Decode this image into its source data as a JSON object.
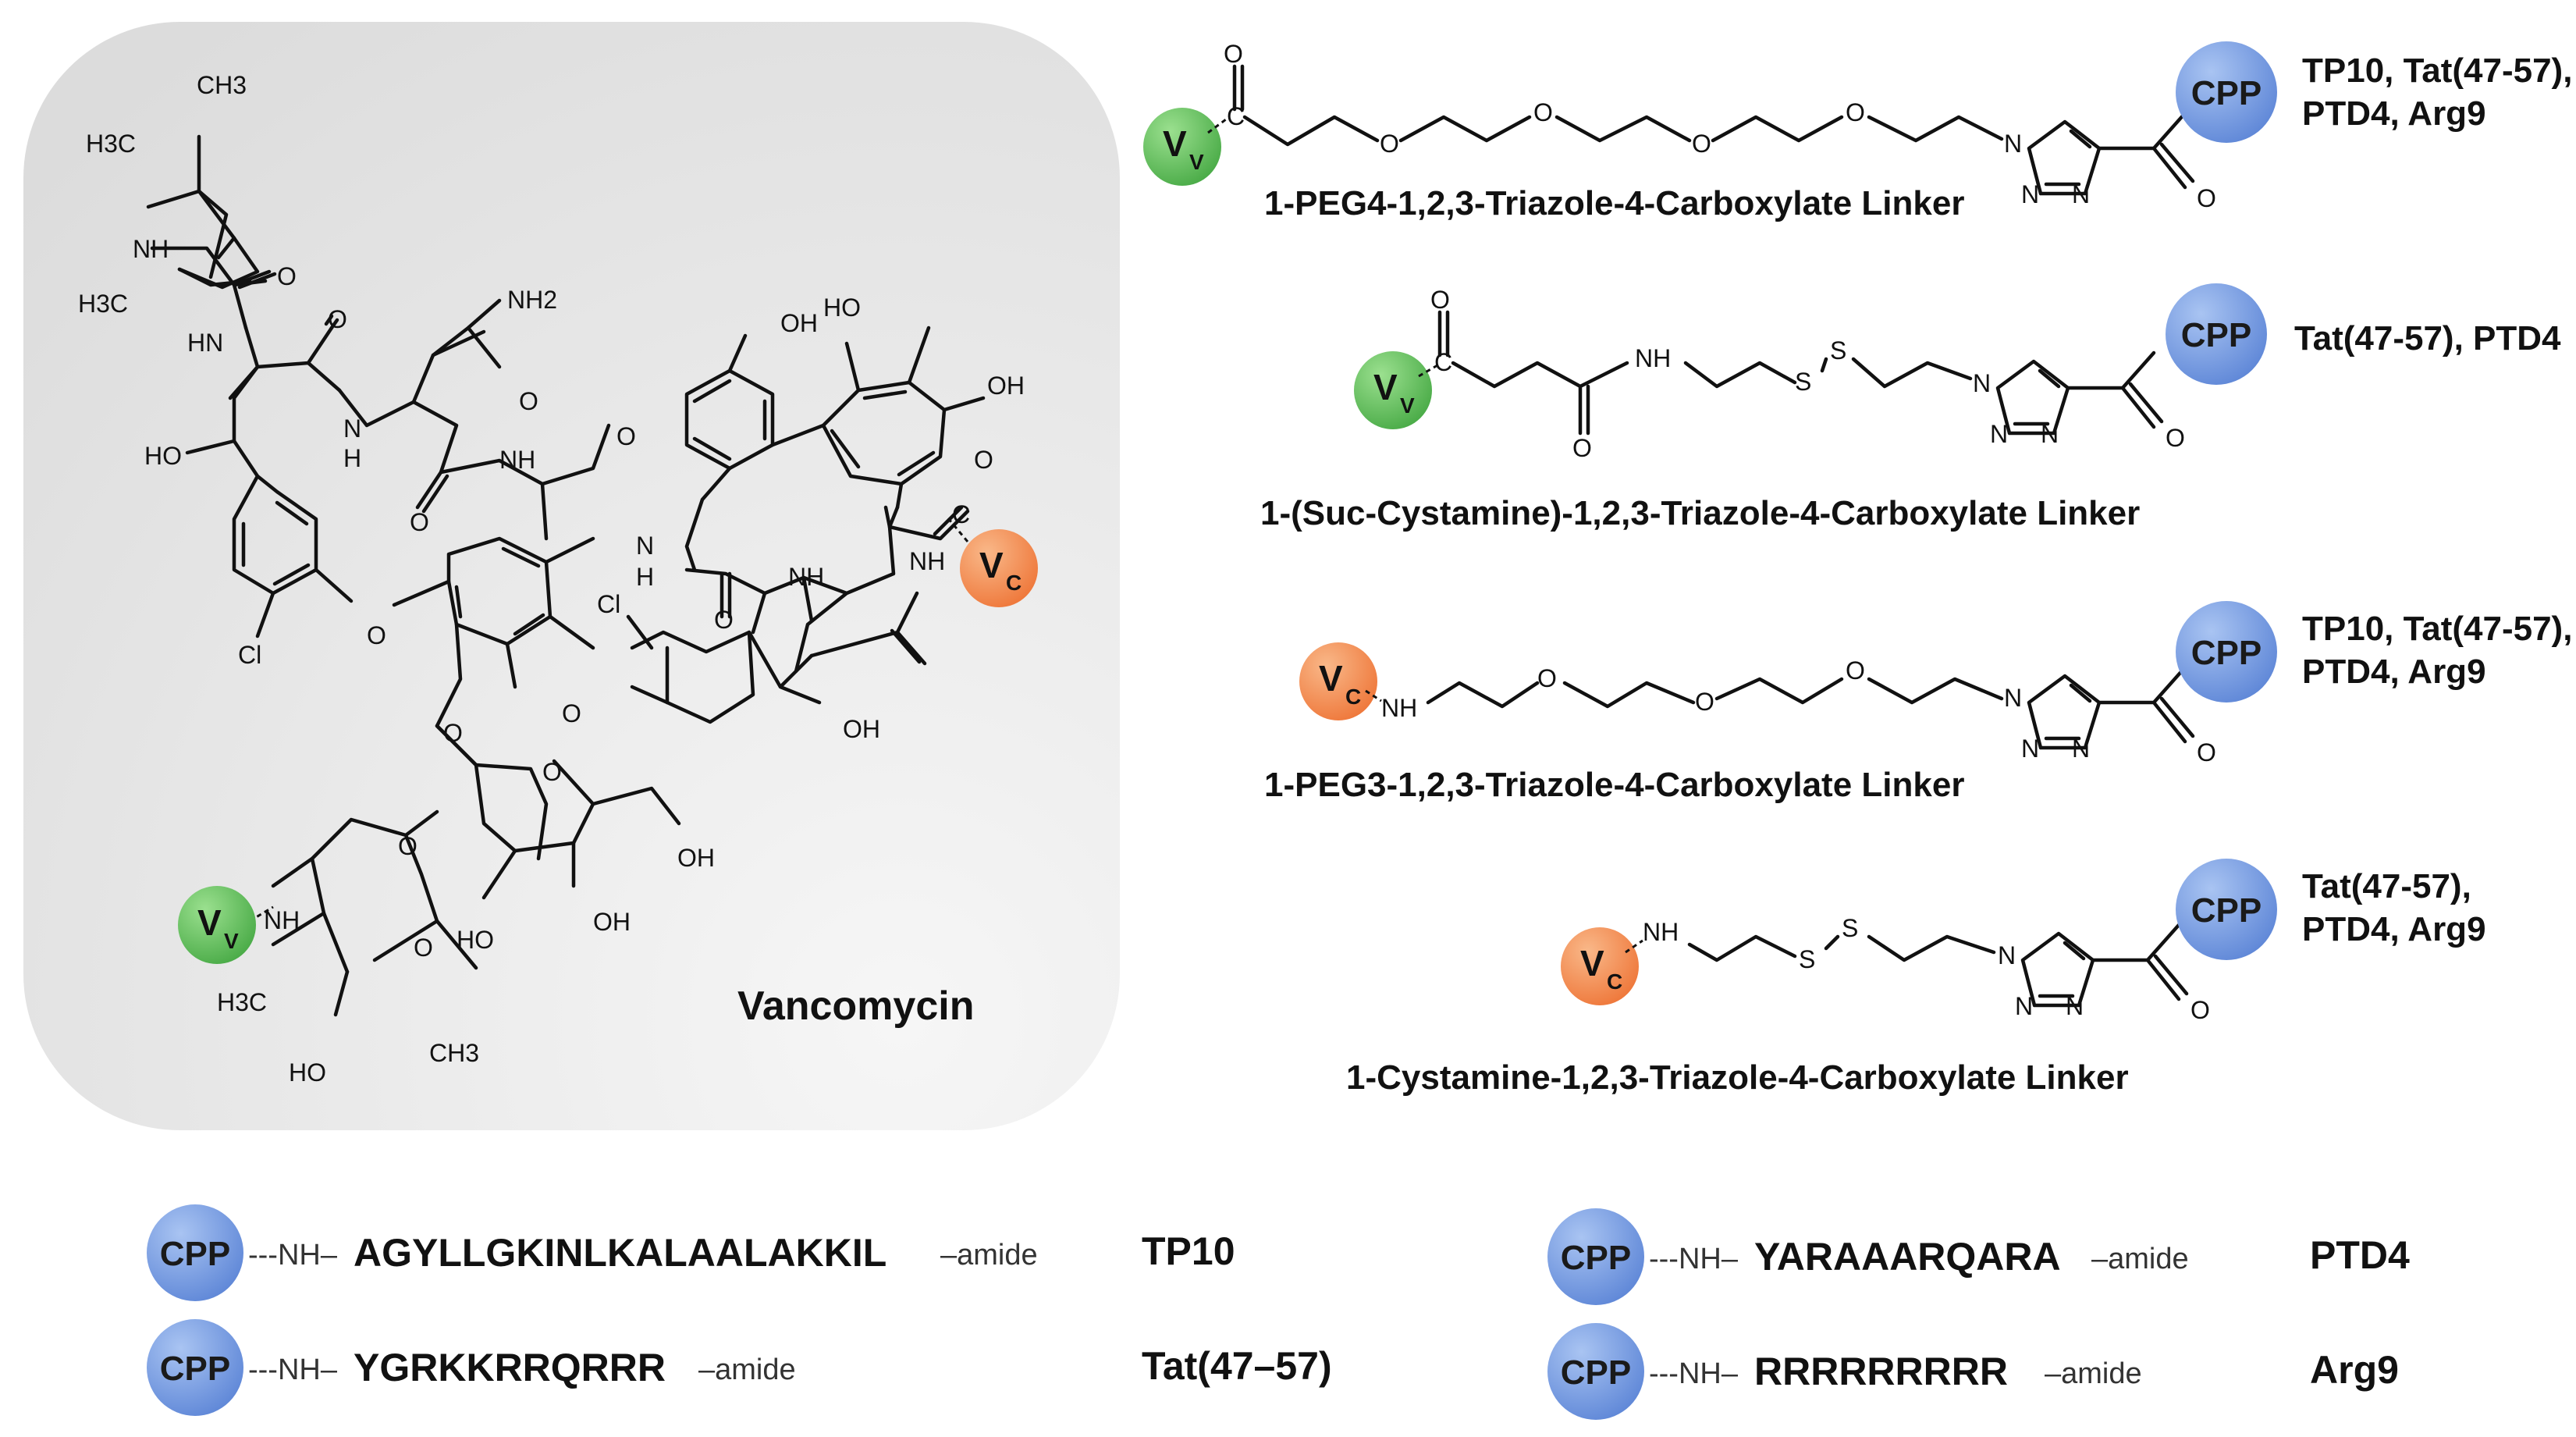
{
  "vancomycin_panel": {
    "title": "Vancomycin",
    "atoms": {
      "ch3_top": "CH3",
      "h3c_left": "H3C",
      "nh_amine": "NH",
      "h3c_nme": "H3C",
      "o1": "O",
      "nh2": "NH2",
      "hn1": "HN",
      "o2": "O",
      "o3": "O",
      "ho1": "HO",
      "n_h1": "N",
      "h_1": "H",
      "nh_a": "NH",
      "o4": "O",
      "oh_top": "OH",
      "ho_top": "HO",
      "oh_right": "OH",
      "o5": "O",
      "c_vc": "C",
      "n_h2": "N",
      "h_2": "H",
      "nh_b": "NH",
      "nh_c": "NH",
      "o6": "O",
      "o7": "O",
      "cl1": "Cl",
      "cl2": "Cl",
      "o_ether1": "O",
      "o_ether2": "O",
      "o_glyc": "O",
      "oh_mid": "OH",
      "o_ring1": "O",
      "oh_sugar1": "OH",
      "ho_sugar": "HO",
      "oh_sugar2": "OH",
      "o_ring2": "O",
      "o_link": "O",
      "nh_van": "NH",
      "h3c_sugar": "H3C",
      "ho_bottom": "HO",
      "ch3_bottom": "CH3"
    },
    "vv_label": "V",
    "vv_sub": "V",
    "vc_label": "V",
    "vc_sub": "C"
  },
  "linkers": [
    {
      "name": "1-PEG4-1,2,3-Triazole-4-Carboxylate Linker",
      "attach": "Vv",
      "cpps": [
        "TP10, Tat(47-57),",
        "PTD4, Arg9"
      ]
    },
    {
      "name": "1-(Suc-Cystamine)-1,2,3-Triazole-4-Carboxylate Linker",
      "attach": "Vv",
      "cpps": [
        "Tat(47-57), PTD4"
      ]
    },
    {
      "name": "1-PEG3-1,2,3-Triazole-4-Carboxylate Linker",
      "attach": "Vc",
      "cpps": [
        "TP10, Tat(47-57),",
        "PTD4, Arg9"
      ]
    },
    {
      "name": "1-Cystamine-1,2,3-Triazole-4-Carboxylate Linker",
      "attach": "Vc",
      "cpps": [
        "Tat(47-57),",
        "PTD4, Arg9"
      ]
    }
  ],
  "linker_atoms": {
    "o": "O",
    "n": "N",
    "nh": "NH",
    "s": "S",
    "c": "C"
  },
  "cpp_label": "CPP",
  "peptides": [
    {
      "prefix": "---NH–",
      "sequence": "AGYLLGKINLKALAALAKKIL",
      "suffix": "–amide",
      "name": "TP10"
    },
    {
      "prefix": "---NH–",
      "sequence": "YGRKKRRQRRR",
      "suffix": "–amide",
      "name": "Tat(47–57)"
    },
    {
      "prefix": "---NH–",
      "sequence": "YARAAARQARA",
      "suffix": "–amide",
      "name": "PTD4"
    },
    {
      "prefix": "---NH–",
      "sequence": "RRRRRRRRR",
      "suffix": "–amide",
      "name": "Arg9"
    }
  ],
  "colors": {
    "panel": "#e6e6e6",
    "vv_green": "#5fbf5a",
    "vc_orange": "#f08a4b",
    "cpp_blue": "#6f97de"
  }
}
